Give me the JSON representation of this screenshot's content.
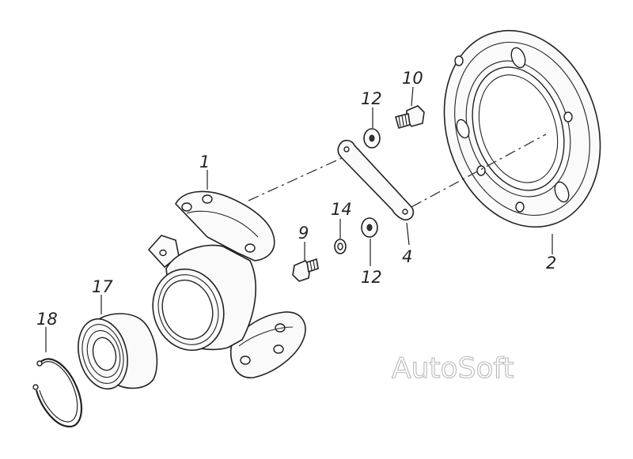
{
  "callouts": [
    "1",
    "2",
    "4",
    "9",
    "10",
    "12",
    "12",
    "14",
    "17",
    "18"
  ],
  "watermark": "AutoSoft"
}
